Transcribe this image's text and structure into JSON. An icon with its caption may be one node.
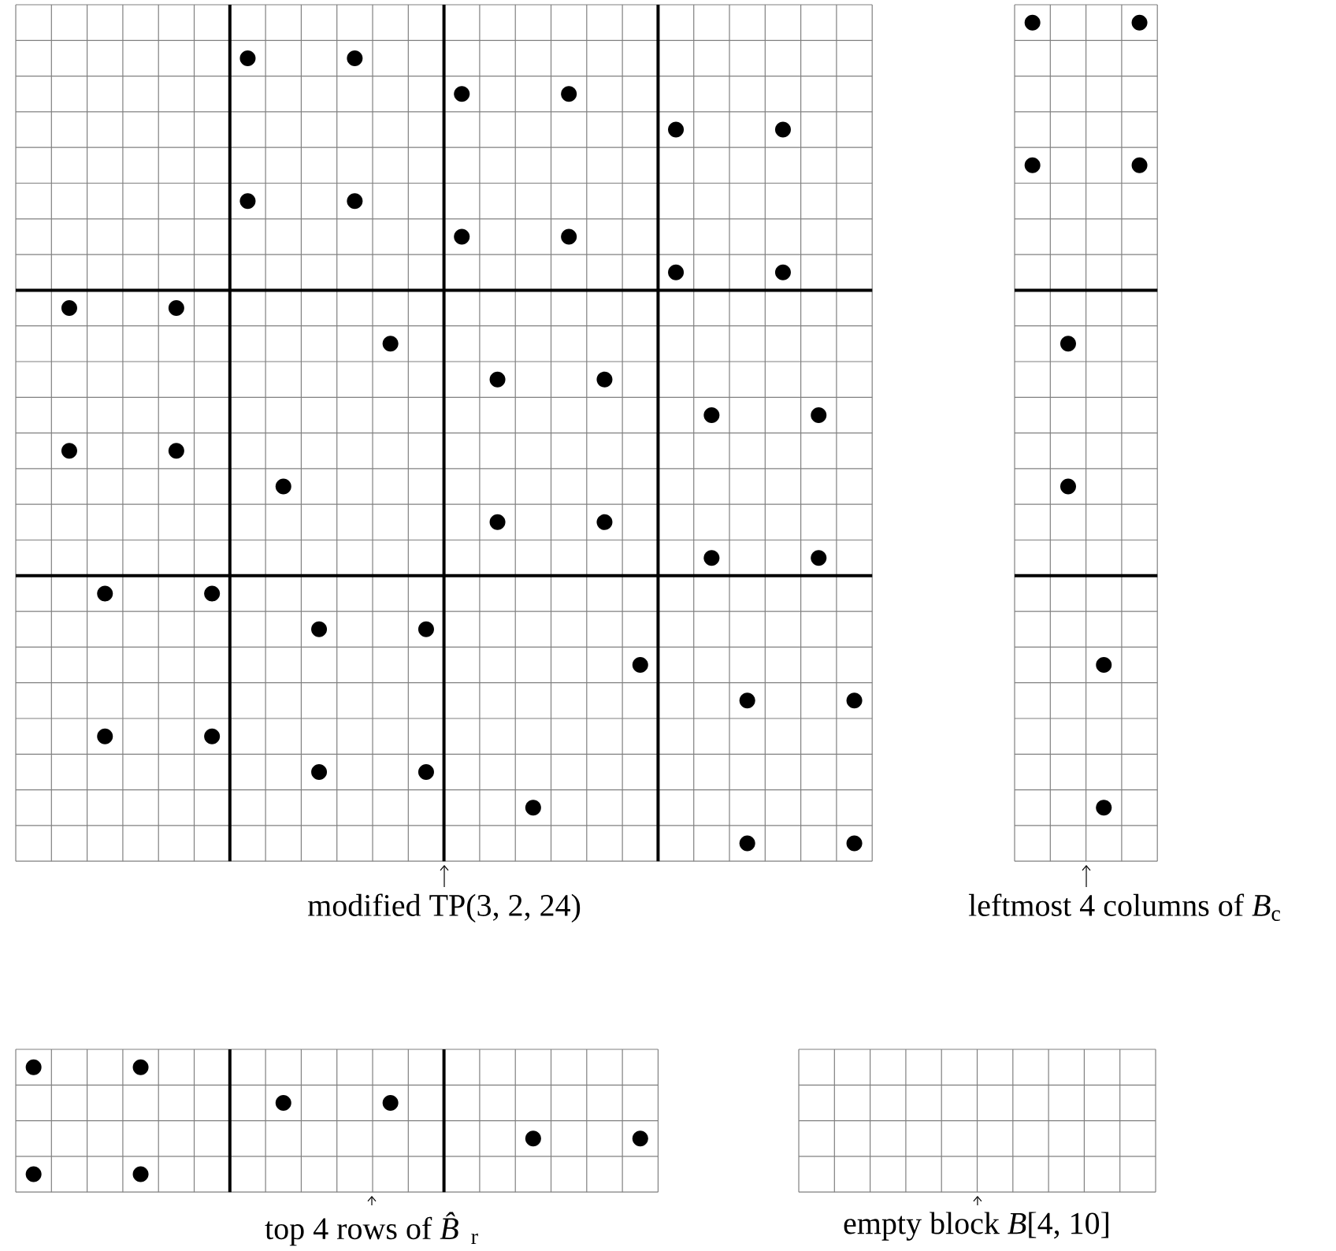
{
  "diagram": {
    "nodes": [
      {
        "text": [],
        "shape": "grid"
      },
      {
        "text": [],
        "shape": "grid"
      },
      {
        "text": [],
        "shape": "grid"
      },
      {
        "text": [],
        "shape": "grid"
      },
      {
        "text": [
          "modified TP(3, 2, 24)"
        ]
      },
      {
        "text": [
          "leftmost 4 columns of *B*$_{c}$"
        ]
      },
      {
        "text": [
          "top 4 rows of *B̂*$_{r}$"
        ]
      },
      {
        "text": [
          "empty block *B*[4, 10]"
        ]
      }
    ],
    "edges": [
      {
        "from": 4,
        "to": 0,
        "arrow": "to"
      },
      {
        "from": 5,
        "to": 1,
        "arrow": "to"
      },
      {
        "from": 6,
        "to": 2,
        "arrow": "to"
      },
      {
        "from": 7,
        "to": 3,
        "arrow": "to"
      }
    ]
  }
}
